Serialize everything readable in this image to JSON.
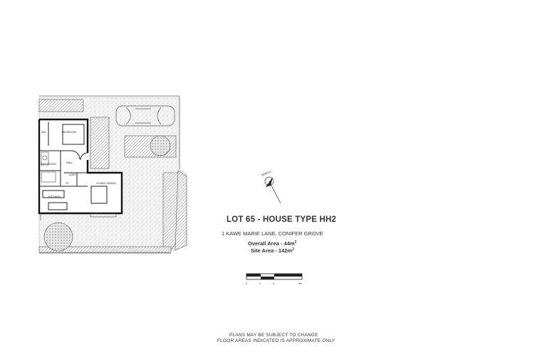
{
  "lot_title": "LOT 65 - HOUSE TYPE HH2",
  "address": "1 KAWE MARIE LANE, CONIFER GROVE",
  "overall_area_label": "Overall Area - 44m",
  "site_area_label": "Site Area - 142m",
  "area_unit_superscript": "2",
  "notes": {
    "line1": "PLANS MAY BE SUBJECT TO CHANGE",
    "line2": "FLOOR AREAS INDICATED IS APPROXIMATE ONLY"
  },
  "north_label": "NORTH",
  "rooms": {
    "bedroom": "BEDROOM",
    "bathroom": "BATHROOM",
    "hall": "HALL",
    "ldry": "LDRY",
    "living_dining": "LIVING/ DINING",
    "kitchen": "KITCHEN",
    "wd": "WD",
    "st": "ST"
  },
  "scale_bar": {
    "ticks": [
      "0",
      "1",
      "2",
      "4m"
    ],
    "tick_values": [
      0,
      1,
      2,
      4
    ]
  },
  "colors": {
    "walls": "#111111",
    "hatch": "#777777",
    "gravel": "#bbbbbb"
  }
}
